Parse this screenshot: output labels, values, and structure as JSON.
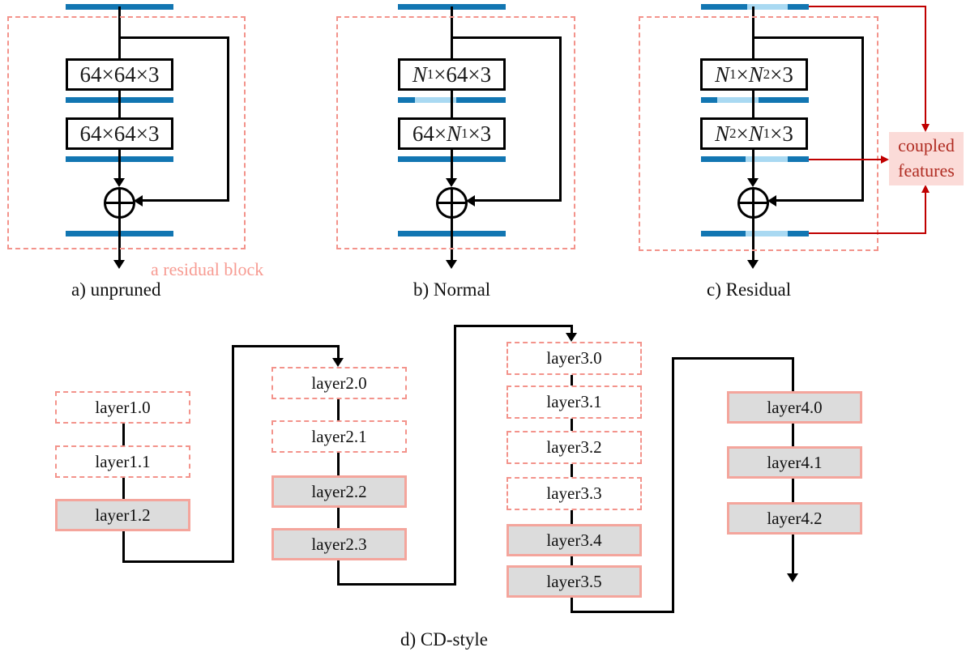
{
  "figure": {
    "panel_a": {
      "caption": "a) unpruned",
      "annotation": "a residual block",
      "conv1_label": [
        {
          "t": "64×64×3"
        }
      ],
      "conv2_label": [
        {
          "t": "64×64×3"
        }
      ]
    },
    "panel_b": {
      "caption": "b) Normal",
      "conv1_label": [
        {
          "tag": "i",
          "t": "N"
        },
        {
          "tag": "sub",
          "t": "1"
        },
        {
          "t": "×64×3"
        }
      ],
      "conv2_label": [
        {
          "t": "64×"
        },
        {
          "tag": "i",
          "t": "N"
        },
        {
          "tag": "sub",
          "t": "1"
        },
        {
          "t": "×3"
        }
      ]
    },
    "panel_c": {
      "caption": "c) Residual",
      "coupled_label": "coupled\nfeatures",
      "conv1_label": [
        {
          "tag": "i",
          "t": "N"
        },
        {
          "tag": "sub",
          "t": "1"
        },
        {
          "t": "×"
        },
        {
          "tag": "i",
          "t": "N"
        },
        {
          "tag": "sub",
          "t": "2"
        },
        {
          "t": "×3"
        }
      ],
      "conv2_label": [
        {
          "tag": "i",
          "t": "N"
        },
        {
          "tag": "sub",
          "t": "2"
        },
        {
          "t": "×"
        },
        {
          "tag": "i",
          "t": "N"
        },
        {
          "tag": "sub",
          "t": "1"
        },
        {
          "t": "×3"
        }
      ]
    },
    "panel_d": {
      "caption": "d) CD-style",
      "columns": [
        {
          "name": "layer1",
          "layers": [
            {
              "label": "layer1.0",
              "pruned": true
            },
            {
              "label": "layer1.1",
              "pruned": true
            },
            {
              "label": "layer1.2",
              "pruned": false
            }
          ]
        },
        {
          "name": "layer2",
          "layers": [
            {
              "label": "layer2.0",
              "pruned": true
            },
            {
              "label": "layer2.1",
              "pruned": true
            },
            {
              "label": "layer2.2",
              "pruned": false
            },
            {
              "label": "layer2.3",
              "pruned": false
            }
          ]
        },
        {
          "name": "layer3",
          "layers": [
            {
              "label": "layer3.0",
              "pruned": true
            },
            {
              "label": "layer3.1",
              "pruned": true
            },
            {
              "label": "layer3.2",
              "pruned": true
            },
            {
              "label": "layer3.3",
              "pruned": true
            },
            {
              "label": "layer3.4",
              "pruned": false
            },
            {
              "label": "layer3.5",
              "pruned": false
            }
          ]
        },
        {
          "name": "layer4",
          "layers": [
            {
              "label": "layer4.0",
              "pruned": false
            },
            {
              "label": "layer4.1",
              "pruned": false
            },
            {
              "label": "layer4.2",
              "pruned": false
            }
          ]
        }
      ]
    }
  },
  "colors": {
    "bar_blue": "#1276b2",
    "bar_lightblue": "#a9d9f2",
    "outline_salmon": "#f3938b",
    "kept_border_salmon": "#f4a59c",
    "kept_fill_gray": "#dcdcdc",
    "arrow_red": "#c00000",
    "coupled_bg": "#fbdbd8",
    "coupled_text": "#b02c22",
    "annotation_pink": "#f79b92",
    "line_black": "#000000"
  }
}
